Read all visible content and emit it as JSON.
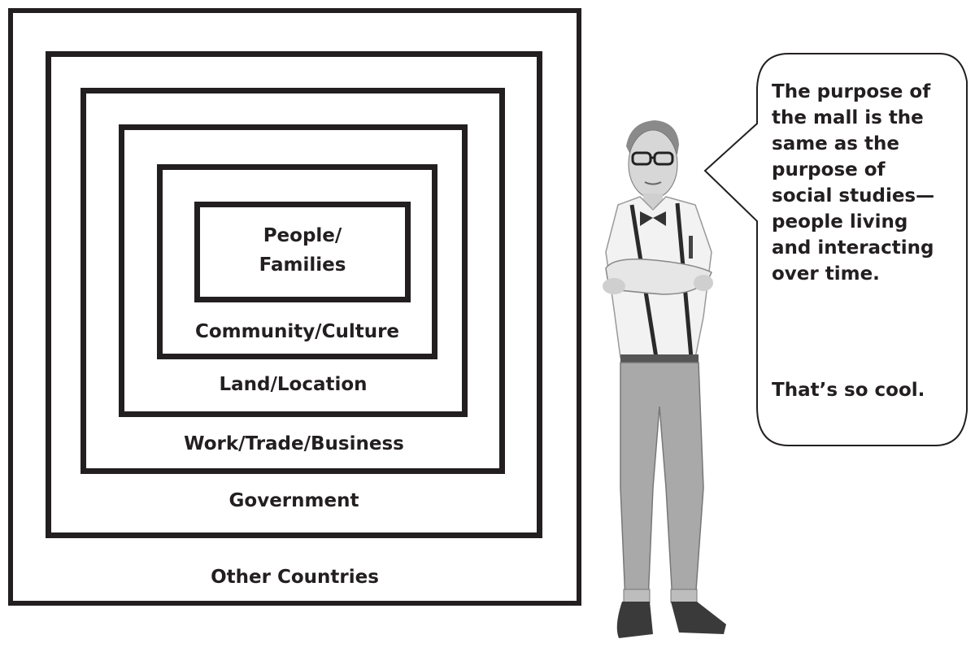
{
  "diagram": {
    "levels": [
      {
        "id": "other-countries",
        "label": "Other Countries"
      },
      {
        "id": "government",
        "label": "Government"
      },
      {
        "id": "work-trade-business",
        "label": "Work/Trade/Business"
      },
      {
        "id": "land-location",
        "label": "Land/Location"
      },
      {
        "id": "community-culture",
        "label": "Community/Culture"
      },
      {
        "id": "people-families",
        "label": "People/\nFamilies"
      }
    ]
  },
  "speech_bubble": {
    "main_text": "The purpose of\nthe mall is the\nsame as the\npurpose of\nsocial studies—\npeople living\nand interacting\nover time.",
    "reaction_text": "That’s so cool."
  },
  "colors": {
    "ink": "#231f20",
    "background": "#ffffff"
  }
}
